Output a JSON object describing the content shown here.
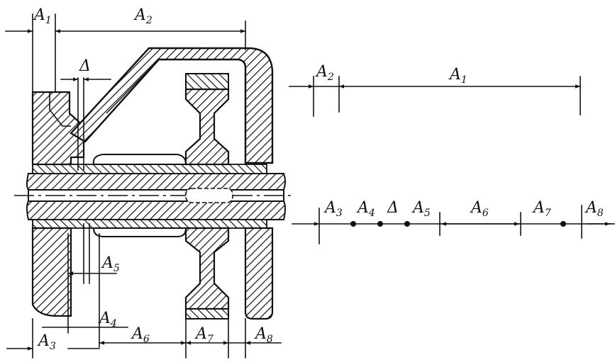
{
  "assembly_labels": {
    "a1": {
      "main": "A",
      "sub": "1"
    },
    "a2": {
      "main": "A",
      "sub": "2"
    },
    "a3": {
      "main": "A",
      "sub": "3"
    },
    "a4": {
      "main": "A",
      "sub": "4"
    },
    "a5": {
      "main": "A",
      "sub": "5"
    },
    "a6": {
      "main": "A",
      "sub": "6"
    },
    "a7": {
      "main": "A",
      "sub": "7"
    },
    "a8": {
      "main": "A",
      "sub": "8"
    },
    "delta": "Δ"
  },
  "chain_top": {
    "a2": {
      "main": "A",
      "sub": "2"
    },
    "a1": {
      "main": "A",
      "sub": "1"
    }
  },
  "chain_bottom": {
    "a3": {
      "main": "A",
      "sub": "3"
    },
    "a4": {
      "main": "A",
      "sub": "4"
    },
    "delta": "Δ",
    "a5": {
      "main": "A",
      "sub": "5"
    },
    "a6": {
      "main": "A",
      "sub": "6"
    },
    "a7": {
      "main": "A",
      "sub": "7"
    },
    "a8": {
      "main": "A",
      "sub": "8"
    }
  },
  "colors": {
    "ink": "#111111",
    "background": "#ffffff"
  }
}
